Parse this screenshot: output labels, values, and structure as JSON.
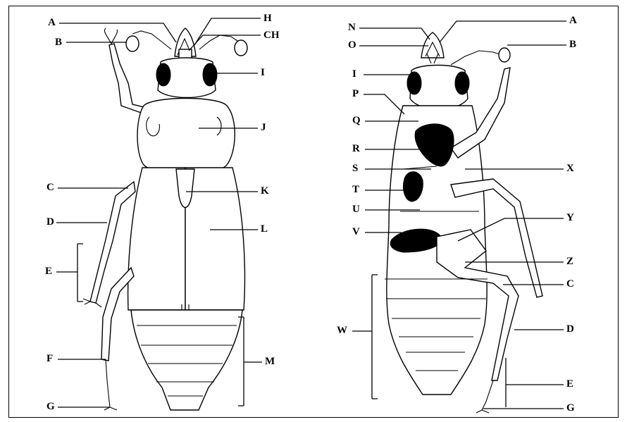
{
  "dorsal_labels": {
    "A": "A",
    "B": "B",
    "C": "C",
    "D": "D",
    "E": "E",
    "F": "F",
    "G": "G",
    "H": "H",
    "CH": "CH",
    "I": "I",
    "J": "J",
    "K": "K",
    "L": "L",
    "M": "M"
  },
  "ventral_labels": {
    "N": "N",
    "A": "A",
    "O": "O",
    "B": "B",
    "I": "I",
    "P": "P",
    "Q": "Q",
    "R": "R",
    "S": "S",
    "X": "X",
    "T": "T",
    "U": "U",
    "V": "V",
    "Y": "Y",
    "Z": "Z",
    "C": "C",
    "W": "W",
    "D": "D",
    "E": "E",
    "G": "G"
  },
  "colors": {
    "ink": "#000000",
    "paper": "#ffffff"
  }
}
